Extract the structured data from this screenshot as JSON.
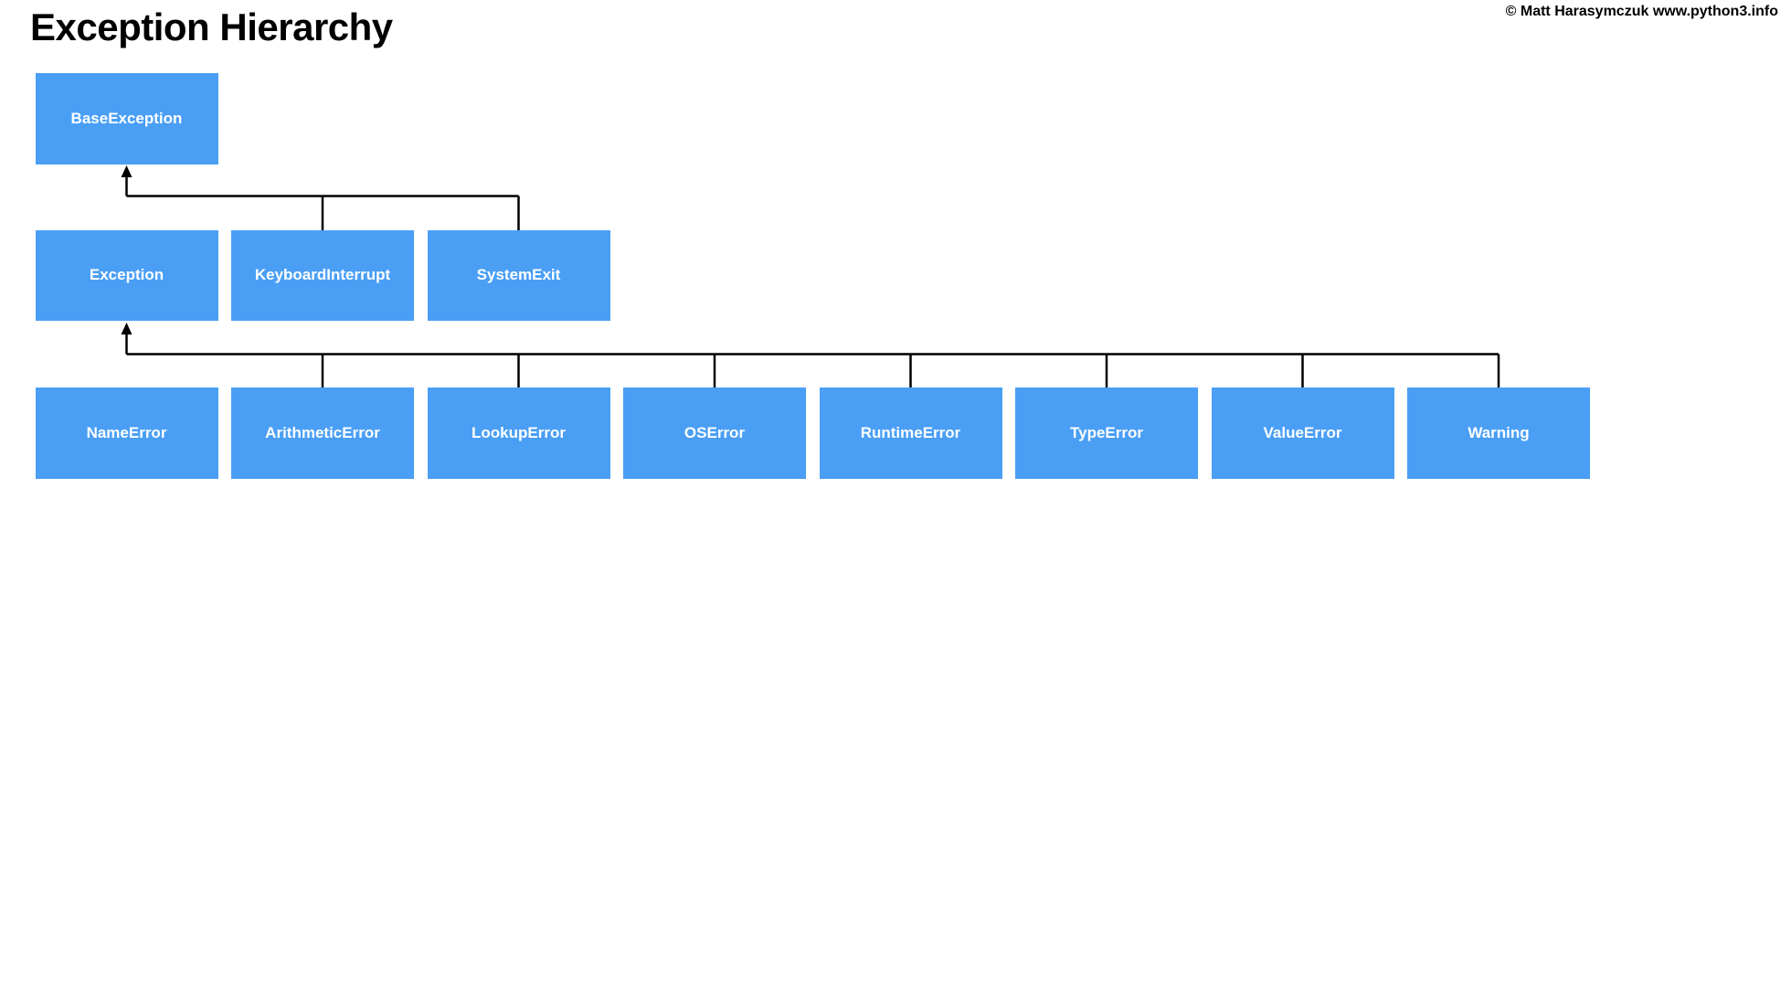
{
  "title": "Exception Hierarchy",
  "copyright": "© Matt Harasymczuk www.python3.info",
  "colors": {
    "node_fill": "#4A9FF5",
    "node_text": "#FFFFFF",
    "connector": "#000000",
    "background": "#FFFFFF",
    "title_text": "#000000"
  },
  "nodes": {
    "root": {
      "label": "BaseException"
    },
    "level2": [
      {
        "label": "Exception"
      },
      {
        "label": "KeyboardInterrupt"
      },
      {
        "label": "SystemExit"
      }
    ],
    "level3": [
      {
        "label": "NameError"
      },
      {
        "label": "ArithmeticError"
      },
      {
        "label": "LookupError"
      },
      {
        "label": "OSError"
      },
      {
        "label": "RuntimeError"
      },
      {
        "label": "TypeError"
      },
      {
        "label": "ValueError"
      },
      {
        "label": "Warning"
      }
    ]
  },
  "relationships": [
    {
      "parent": "BaseException",
      "children": [
        "Exception",
        "KeyboardInterrupt",
        "SystemExit"
      ]
    },
    {
      "parent": "Exception",
      "children": [
        "NameError",
        "ArithmeticError",
        "LookupError",
        "OSError",
        "RuntimeError",
        "TypeError",
        "ValueError",
        "Warning"
      ]
    }
  ]
}
